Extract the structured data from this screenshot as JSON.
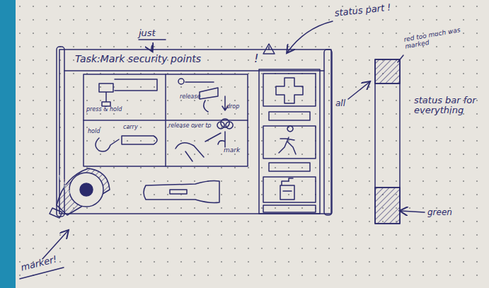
{
  "diagram": {
    "nodes": [
      {
        "text": [
          "Task:Mark security points"
        ]
      },
      {
        "text": [
          "press & hold"
        ],
        "in": 0
      },
      {
        "text": [
          "release",
          "drop"
        ],
        "in": 0
      },
      {
        "text": [
          "hold",
          "carry"
        ],
        "in": 0
      },
      {
        "text": [
          "release over to",
          "mark"
        ],
        "in": 0
      }
    ],
    "labels": [
      "just",
      "!",
      "status part !",
      "MARKED",
      "marker!",
      "all",
      "red too much was marked",
      "status bar for everything",
      "green"
    ]
  }
}
